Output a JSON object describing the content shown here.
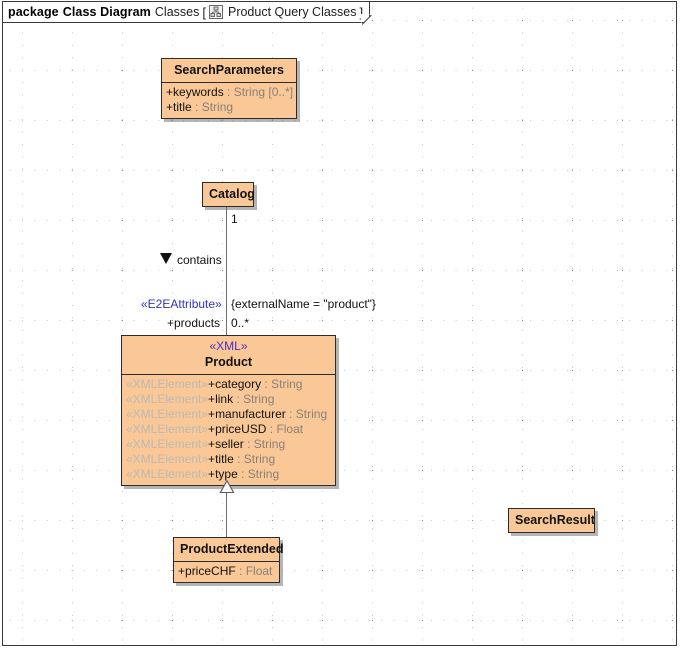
{
  "frame": {
    "keyword": "package",
    "diagram_type": "Class Diagram",
    "package_name": "Classes",
    "bracket_open": "[",
    "bracket_close": "]",
    "inner_name": "Product Query Classes",
    "icon": "package-diagram-icon"
  },
  "palette": {
    "class_fill": "#f9c896",
    "class_border": "#2c2c2c",
    "stereotype_blue": "#4b2fc4",
    "stereotype_gray": "#bdb9b6",
    "link_gray": "#6e6e6e",
    "type_text": "#8a7f78",
    "canvas": "#ffffff"
  },
  "classes": [
    {
      "id": "search-parameters",
      "name": "SearchParameters",
      "stereotype": null,
      "attributes": [
        {
          "stereotype": null,
          "visibility": "+",
          "name": "keywords",
          "sep": " : ",
          "type": "String [0..*]"
        },
        {
          "stereotype": null,
          "visibility": "+",
          "name": "title",
          "sep": " : ",
          "type": "String"
        }
      ]
    },
    {
      "id": "catalog",
      "name": "Catalog",
      "stereotype": null,
      "attributes": []
    },
    {
      "id": "product",
      "name": "Product",
      "stereotype": "«XML»",
      "attributes": [
        {
          "stereotype": "«XMLElement»",
          "visibility": "+",
          "name": "category",
          "sep": " : ",
          "type": "String"
        },
        {
          "stereotype": "«XMLElement»",
          "visibility": "+",
          "name": "link",
          "sep": " : ",
          "type": "String"
        },
        {
          "stereotype": "«XMLElement»",
          "visibility": "+",
          "name": "manufacturer",
          "sep": " : ",
          "type": "String"
        },
        {
          "stereotype": "«XMLElement»",
          "visibility": "+",
          "name": "priceUSD",
          "sep": " : ",
          "type": "Float"
        },
        {
          "stereotype": "«XMLElement»",
          "visibility": "+",
          "name": "seller",
          "sep": " : ",
          "type": "String"
        },
        {
          "stereotype": "«XMLElement»",
          "visibility": "+",
          "name": "title",
          "sep": " : ",
          "type": "String"
        },
        {
          "stereotype": "«XMLElement»",
          "visibility": "+",
          "name": "type",
          "sep": " : ",
          "type": "String"
        }
      ]
    },
    {
      "id": "product-extended",
      "name": "ProductExtended",
      "stereotype": null,
      "attributes": [
        {
          "stereotype": null,
          "visibility": "+",
          "name": "priceCHF",
          "sep": " : ",
          "type": "Float"
        }
      ]
    },
    {
      "id": "search-result",
      "name": "SearchResult",
      "stereotype": null,
      "attributes": []
    }
  ],
  "associations": [
    {
      "id": "catalog-contains-product",
      "source": "Catalog",
      "target": "Product",
      "source_multiplicity": "1",
      "target_multiplicity": "0..*",
      "name": "contains",
      "direction_marker": "filled-triangle-down",
      "target_role": "+products",
      "target_role_stereotype": "«E2EAttribute»",
      "constraint": "{externalName = \"product\"}"
    },
    {
      "id": "productextended-generalizes-product",
      "source": "ProductExtended",
      "target": "Product",
      "kind": "generalization",
      "marker": "hollow-triangle-up"
    }
  ]
}
